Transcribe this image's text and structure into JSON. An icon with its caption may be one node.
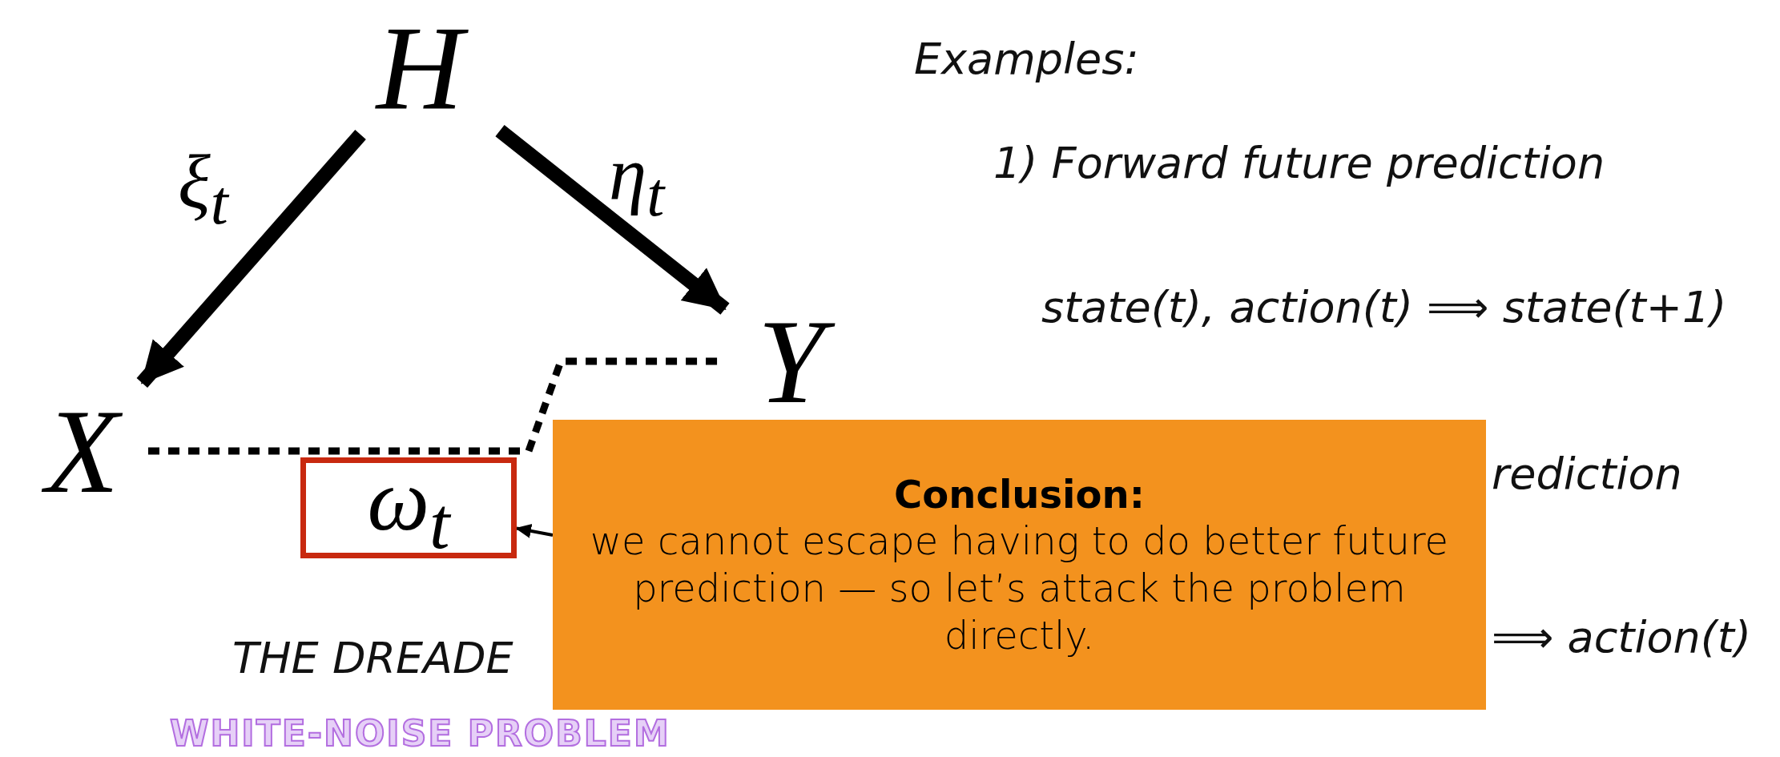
{
  "diagram": {
    "nodes": [
      {
        "text": [
          "H"
        ]
      },
      {
        "text": [
          "X"
        ]
      },
      {
        "text": [
          "Y"
        ]
      },
      {
        "text": [
          "ω$_{t}$"
        ]
      },
      {
        "text": [
          "Conclusion:",
          "we cannot escape having to do better future prediction — so let’s attack the problem directly."
        ]
      }
    ],
    "edges": [
      {
        "from": 0,
        "to": 1,
        "arrow": "to",
        "label": "ξ$_{t}$",
        "style": "thick"
      },
      {
        "from": 0,
        "to": 2,
        "arrow": "to",
        "label": "η$_{t}$",
        "style": "thick"
      },
      {
        "from": 1,
        "to": 2,
        "arrow": "none",
        "style": "dashed"
      },
      {
        "from": 4,
        "to": 3,
        "arrow": "to"
      }
    ],
    "labels": [
      "Examples:",
      "1) Forward future prediction",
      "state(t), action(t) ⟹ state(t+1)",
      "rediction",
      "⟹ action(t)",
      "THE DREADE",
      "WHITE-NOISE PROBLEM"
    ]
  }
}
